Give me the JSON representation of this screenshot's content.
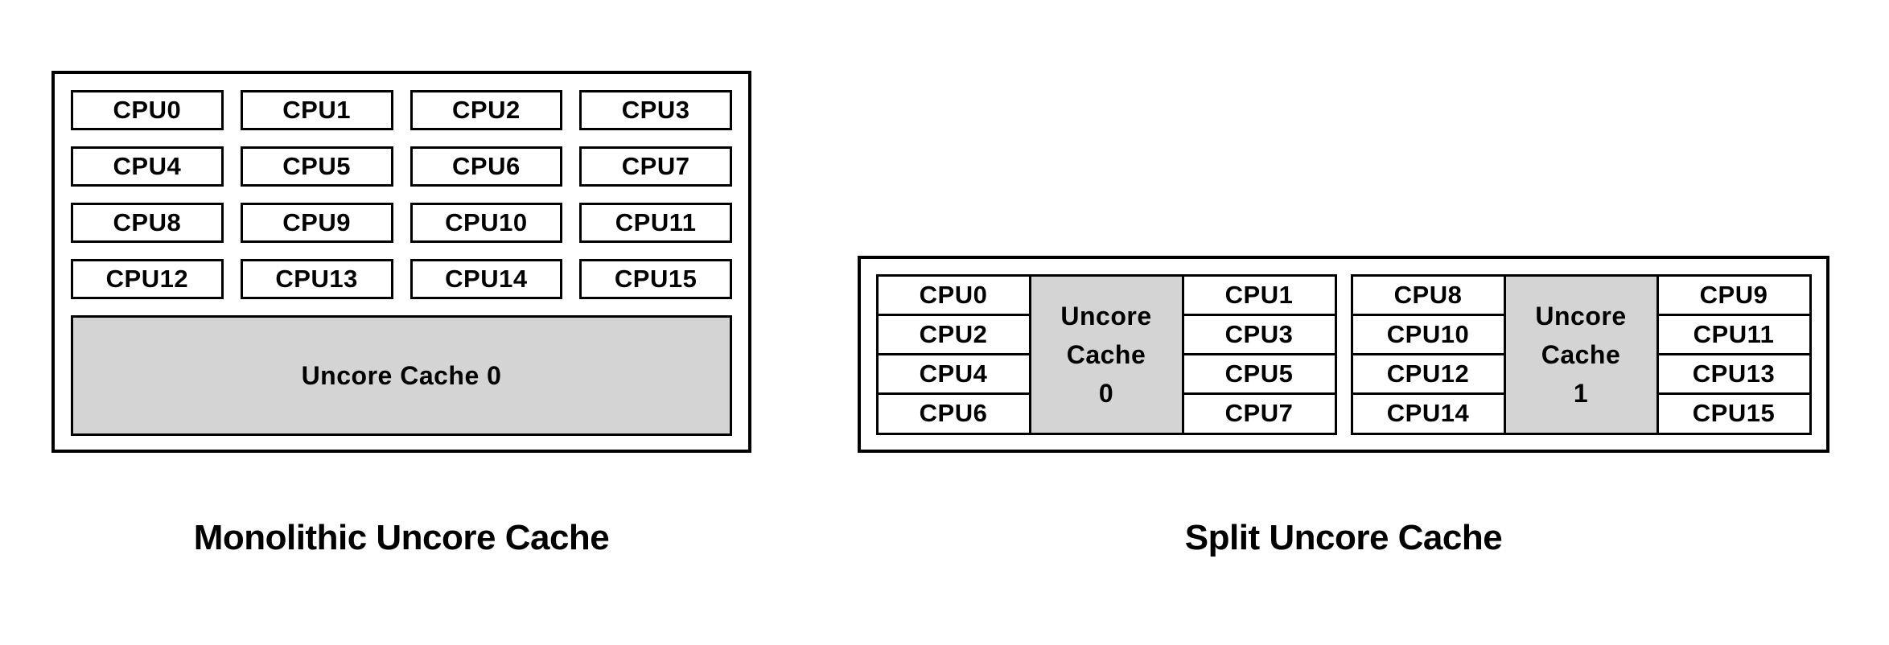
{
  "colors": {
    "background": "#ffffff",
    "border": "#000000",
    "cache_fill": "#d4d4d4",
    "cpu_fill": "#ffffff",
    "text": "#000000"
  },
  "monolithic": {
    "caption": "Monolithic Uncore Cache",
    "cache_label": "Uncore Cache 0",
    "cpus": [
      "CPU0",
      "CPU1",
      "CPU2",
      "CPU3",
      "CPU4",
      "CPU5",
      "CPU6",
      "CPU7",
      "CPU8",
      "CPU9",
      "CPU10",
      "CPU11",
      "CPU12",
      "CPU13",
      "CPU14",
      "CPU15"
    ]
  },
  "split": {
    "caption": "Split Uncore Cache",
    "groups": [
      {
        "left_cpus": [
          "CPU0",
          "CPU2",
          "CPU4",
          "CPU6"
        ],
        "cache_label_lines": [
          "Uncore",
          "Cache",
          "0"
        ],
        "right_cpus": [
          "CPU1",
          "CPU3",
          "CPU5",
          "CPU7"
        ]
      },
      {
        "left_cpus": [
          "CPU8",
          "CPU10",
          "CPU12",
          "CPU14"
        ],
        "cache_label_lines": [
          "Uncore",
          "Cache",
          "1"
        ],
        "right_cpus": [
          "CPU9",
          "CPU11",
          "CPU13",
          "CPU15"
        ]
      }
    ]
  }
}
